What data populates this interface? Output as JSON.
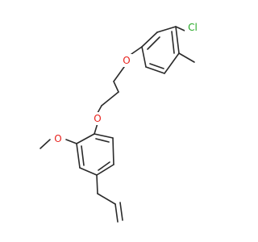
{
  "molecule": {
    "atom_labels": {
      "chlorine": "Cl",
      "oxygen_top": "O",
      "oxygen_middle": "O",
      "oxygen_methoxy": "O"
    },
    "colors": {
      "bond": "#2a2a2a",
      "oxygen": "#e8211c",
      "chlorine": "#23a823",
      "background": "#ffffff"
    }
  }
}
